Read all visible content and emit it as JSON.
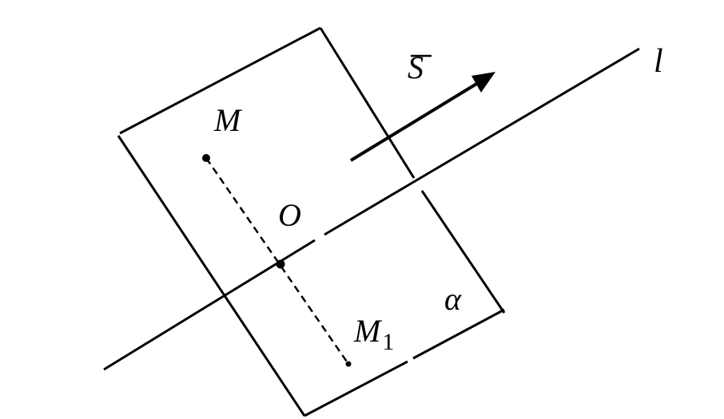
{
  "labels": {
    "point_m": "M",
    "point_o": "O",
    "point_m1_letter": "M",
    "point_m1_subscript": "1",
    "vector": "S",
    "line": "l",
    "plane": "α"
  },
  "colors": {
    "stroke": "#000000",
    "background": "#ffffff"
  }
}
